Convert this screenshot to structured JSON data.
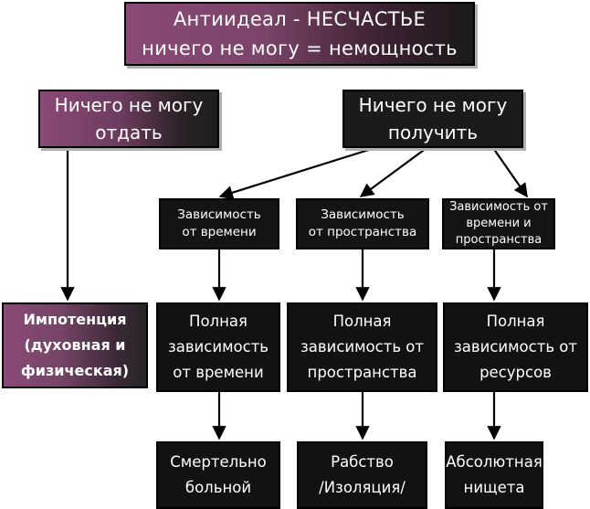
{
  "root": {
    "text": "Антиидеал - НЕСЧАСТЬЕ\nничего не могу = немощность"
  },
  "level2": {
    "give": "Ничего не могу\nотдать",
    "receive": "Ничего не могу\nполучить"
  },
  "dependencies": {
    "time": "Зависимость\nот времени",
    "space": "Зависимость\nот пространства",
    "time_space": "Зависимость от\nвремени и\nпространства"
  },
  "impotence": "Импотенция\n(духовная и\nфизическая)",
  "full_dependencies": {
    "time": "Полная\nзависимость\nот времени",
    "space": "Полная\nзависимость от\nпространства",
    "resources": "Полная\nзависимость от\nресурсов"
  },
  "outcomes": {
    "sick": "Смертельно\nбольной",
    "slavery": "Рабство\n/Изоляция/",
    "poverty": "Абсолютная\nнищета"
  },
  "colors": {
    "box_dark": "#121212",
    "accent_purple": "#8a4a77",
    "text": "#ffffff"
  }
}
